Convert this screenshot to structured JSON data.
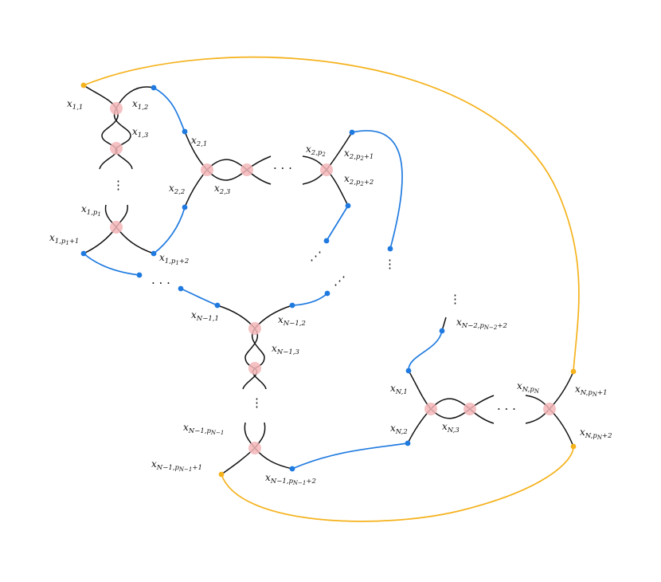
{
  "colors": {
    "black_strand": "#111111",
    "blue_strand": "#1f7ae0",
    "orange_strand": "#f5b21c",
    "crossing_marker": "#f4b6b8"
  },
  "labels": {
    "x11": {
      "base": "x",
      "sub": "1,1"
    },
    "x12": {
      "base": "x",
      "sub": "1,2"
    },
    "x13": {
      "base": "x",
      "sub": "1,3"
    },
    "x1p1": {
      "base": "x",
      "sub": "1,p",
      "subsub": "1"
    },
    "x1p1p1": {
      "base": "x",
      "sub": "1,p",
      "subsub": "1",
      "tail": "+1"
    },
    "x1p1p2": {
      "base": "x",
      "sub": "1,p",
      "subsub": "1",
      "tail": "+2"
    },
    "x21": {
      "base": "x",
      "sub": "2,1"
    },
    "x22": {
      "base": "x",
      "sub": "2,2"
    },
    "x23": {
      "base": "x",
      "sub": "2,3"
    },
    "x2p2": {
      "base": "x",
      "sub": "2,p",
      "subsub": "2"
    },
    "x2p2p1": {
      "base": "x",
      "sub": "2,p",
      "subsub": "2",
      "tail": "+1"
    },
    "x2p2p2": {
      "base": "x",
      "sub": "2,p",
      "subsub": "2",
      "tail": "+2"
    },
    "xN11": {
      "base": "x",
      "sub": "N−1,1"
    },
    "xN12": {
      "base": "x",
      "sub": "N−1,2"
    },
    "xN13": {
      "base": "x",
      "sub": "N−1,3"
    },
    "xN1p": {
      "base": "x",
      "sub": "N−1,p",
      "subsub": "N−1"
    },
    "xN1pp1": {
      "base": "x",
      "sub": "N−1,p",
      "subsub": "N−1",
      "tail": "+1"
    },
    "xN1pp2": {
      "base": "x",
      "sub": "N−1,p",
      "subsub": "N−1",
      "tail": "+2"
    },
    "xN2pp2": {
      "base": "x",
      "sub": "N−2,p",
      "subsub": "N−2",
      "tail": "+2"
    },
    "xN1": {
      "base": "x",
      "sub": "N,1"
    },
    "xN2": {
      "base": "x",
      "sub": "N,2"
    },
    "xN3": {
      "base": "x",
      "sub": "N,3"
    },
    "xNpN": {
      "base": "x",
      "sub": "N,p",
      "subsub": "N"
    },
    "xNpNp1": {
      "base": "x",
      "sub": "N,p",
      "subsub": "N",
      "tail": "+1"
    },
    "xNpNp2": {
      "base": "x",
      "sub": "N,p",
      "subsub": "N",
      "tail": "+2"
    }
  },
  "ellipsis": {
    "horizontal": "· · ·",
    "vertical": "⋮",
    "diagonal": "⋰"
  }
}
